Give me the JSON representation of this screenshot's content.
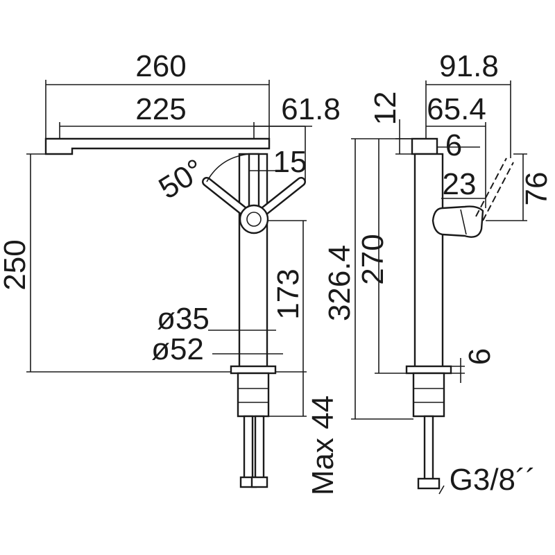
{
  "diagram": {
    "front_view": {
      "overall_width": "260",
      "spout_reach": "225",
      "spout_offset": "61.8",
      "lever_angle": "50°",
      "lever_diameter": "15",
      "overall_height": "250",
      "body_height": "173",
      "body_diameter": "ø35",
      "base_diameter": "ø52",
      "max_counter_thickness": "Max 44"
    },
    "side_view": {
      "depth_total": "91.8",
      "depth_inner": "65.4",
      "spout_thickness": "12",
      "spout_tip": "6",
      "lever_offset": "23",
      "lever_rise": "76",
      "total_height": "326.4",
      "spout_height": "270",
      "base_plate": "6",
      "connection_thread": "G3/8´´"
    }
  },
  "colors": {
    "ink": "#1a1a1a",
    "paper": "#ffffff"
  }
}
